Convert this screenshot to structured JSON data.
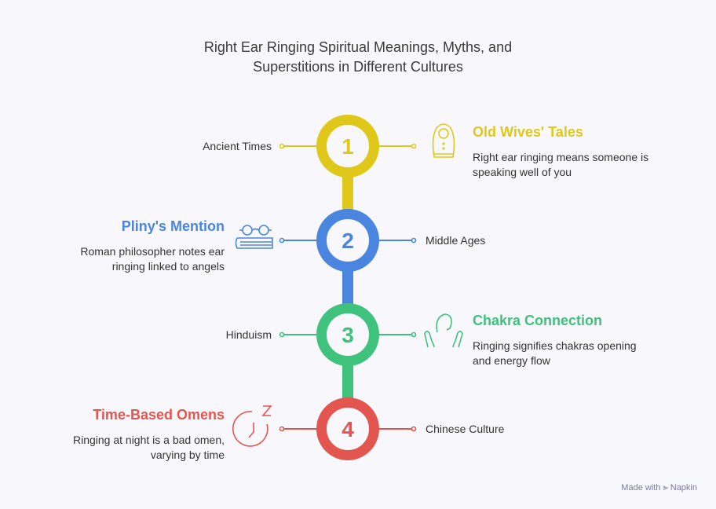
{
  "title_line1": "Right Ear Ringing Spiritual Meanings, Myths, and",
  "title_line2": "Superstitions in Different Cultures",
  "steps": [
    {
      "number": "1",
      "label": "Ancient Times",
      "heading": "Old Wives' Tales",
      "description": "Right ear ringing means someone is speaking well of you",
      "icon": "matryoshka-doll-icon",
      "color": "#e0c81a"
    },
    {
      "number": "2",
      "label": "Middle Ages",
      "heading": "Pliny's Mention",
      "description": "Roman philosopher notes ear ringing linked to angels",
      "icon": "glasses-book-icon",
      "color": "#4a86e0"
    },
    {
      "number": "3",
      "label": "Hinduism",
      "heading": "Chakra Connection",
      "description": "Ringing signifies chakras opening and energy flow",
      "icon": "meditation-hands-icon",
      "color": "#3ec27c"
    },
    {
      "number": "4",
      "label": "Chinese Culture",
      "heading": "Time-Based Omens",
      "description": "Ringing at night is a bad omen, varying by time",
      "icon": "clock-sleep-icon",
      "color": "#e35650"
    }
  ],
  "footer": "Made with ⪢ Napkin"
}
